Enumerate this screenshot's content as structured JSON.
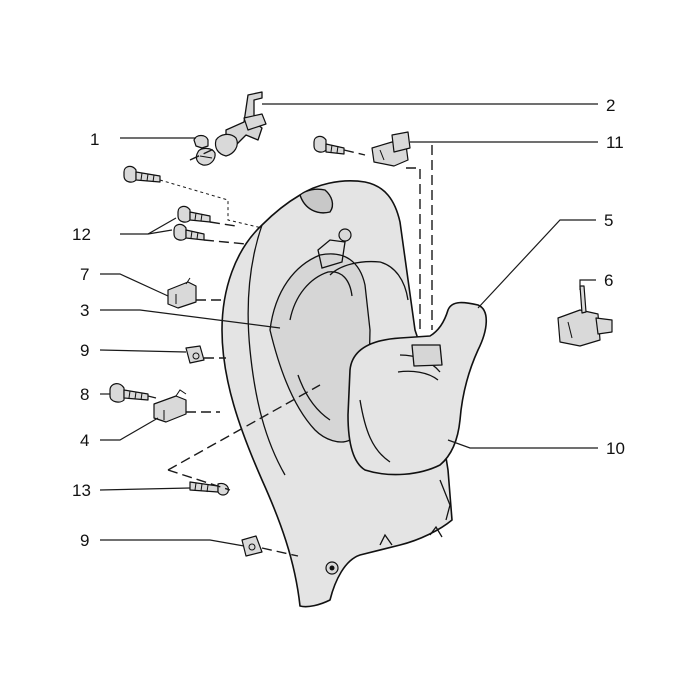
{
  "callouts": [
    {
      "id": "c1",
      "text": "1"
    },
    {
      "id": "c2",
      "text": "2"
    },
    {
      "id": "c3",
      "text": "3"
    },
    {
      "id": "c4",
      "text": "4"
    },
    {
      "id": "c5",
      "text": "5"
    },
    {
      "id": "c6",
      "text": "6"
    },
    {
      "id": "c7",
      "text": "7"
    },
    {
      "id": "c8",
      "text": "8"
    },
    {
      "id": "c9a",
      "text": "9"
    },
    {
      "id": "c9b",
      "text": "9"
    },
    {
      "id": "c10",
      "text": "10"
    },
    {
      "id": "c11",
      "text": "11"
    },
    {
      "id": "c12",
      "text": "12"
    },
    {
      "id": "c13",
      "text": "13"
    }
  ]
}
